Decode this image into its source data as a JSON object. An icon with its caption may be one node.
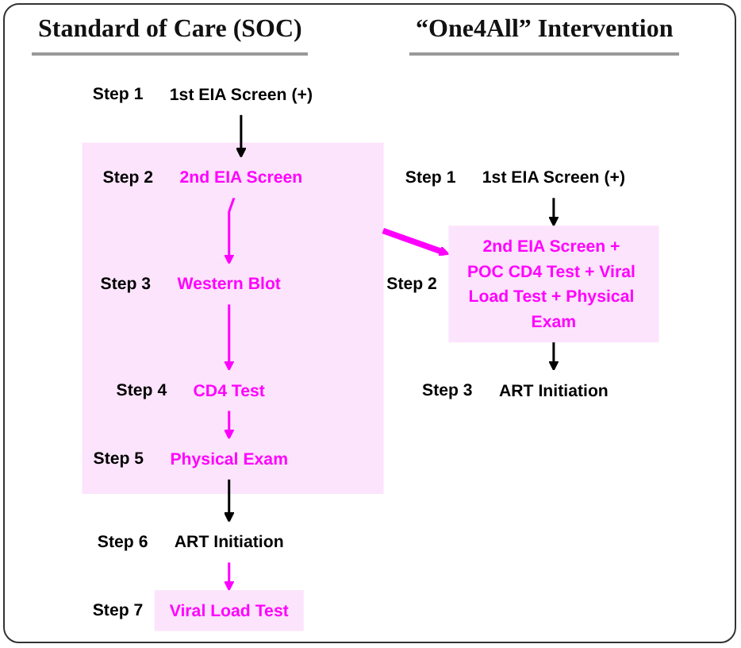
{
  "diagram": {
    "nodes": [
      {
        "text": [
          "1st EIA Screen (+)"
        ],
        "beside": [
          "Step 1"
        ]
      },
      {
        "text": [],
        "shape": "box"
      },
      {
        "text": [
          "2nd EIA Screen"
        ],
        "beside": [
          "Step 2"
        ],
        "in": 1
      },
      {
        "text": [
          "Western Blot"
        ],
        "beside": [
          "Step 3"
        ],
        "in": 1
      },
      {
        "text": [
          "CD4 Test"
        ],
        "beside": [
          "Step 4"
        ],
        "in": 1
      },
      {
        "text": [
          "Physical Exam"
        ],
        "beside": [
          "Step 5"
        ],
        "in": 1
      },
      {
        "text": [
          "ART Initiation"
        ],
        "beside": [
          "Step 6"
        ]
      },
      {
        "text": [
          "Viral Load Test"
        ],
        "beside": [
          "Step 7"
        ]
      },
      {
        "text": [
          "1st EIA Screen (+)"
        ],
        "beside": [
          "Step 1"
        ]
      },
      {
        "text": [
          "2nd EIA Screen + POC CD4 Test + Viral Load Test + Physical Exam"
        ],
        "beside": [
          "Step 2"
        ]
      },
      {
        "text": [
          "ART Initiation"
        ],
        "beside": [
          "Step 3"
        ]
      }
    ],
    "edges": [
      {
        "from": 0,
        "to": 2,
        "arrow": "to",
        "color": "#000000"
      },
      {
        "from": 2,
        "to": 3,
        "arrow": "to"
      },
      {
        "from": 3,
        "to": 4,
        "arrow": "to"
      },
      {
        "from": 4,
        "to": 5,
        "arrow": "to"
      },
      {
        "from": 5,
        "to": 6,
        "arrow": "to",
        "color": "#000000"
      },
      {
        "from": 6,
        "to": 7,
        "arrow": "to"
      },
      {
        "from": 1,
        "to": 9,
        "arrow": "to",
        "style": "thick"
      },
      {
        "from": 8,
        "to": 9,
        "arrow": "to",
        "color": "#000000"
      },
      {
        "from": 9,
        "to": 10,
        "arrow": "to",
        "color": "#000000"
      }
    ],
    "labels": [
      "Standard of Care (SOC)",
      "“One4All” Intervention"
    ]
  }
}
